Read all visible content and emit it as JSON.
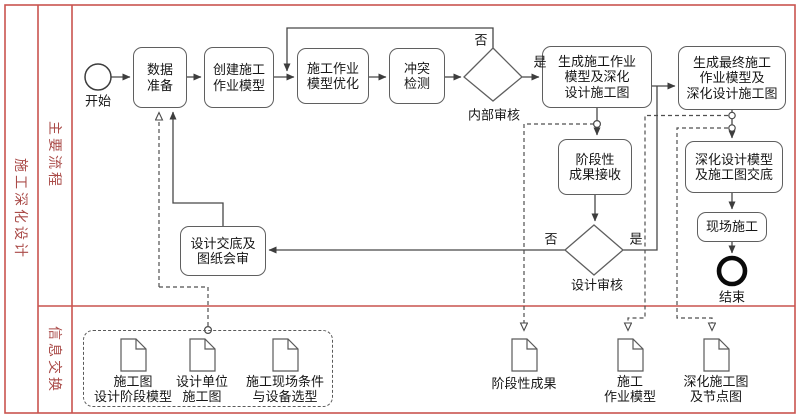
{
  "colors": {
    "frame_red": "#c9544f",
    "lane_label_red": "#aa4b48",
    "flow_line": "#474747",
    "box_border": "#5f5f5f"
  },
  "pool": {
    "label": "施工深化设计"
  },
  "lanes": {
    "main": {
      "label": "主要流程"
    },
    "info": {
      "label": "信息交换"
    }
  },
  "events": {
    "start": {
      "label": "开始"
    },
    "end": {
      "label": "结束"
    }
  },
  "tasks": {
    "data_prep": {
      "lines": [
        "数据",
        "准备"
      ]
    },
    "create_model": {
      "lines": [
        "创建施工",
        "作业模型"
      ]
    },
    "optimize_model": {
      "lines": [
        "施工作业",
        "模型优化"
      ]
    },
    "clash_detect": {
      "lines": [
        "冲突",
        "检测"
      ]
    },
    "gen_model": {
      "lines": [
        "生成施工作业",
        "模型及深化",
        "设计施工图"
      ]
    },
    "gen_final": {
      "lines": [
        "生成最终施工",
        "作业模型及",
        "深化设计施工图"
      ]
    },
    "stage_receive": {
      "lines": [
        "阶段性",
        "成果接收"
      ]
    },
    "model_handover": {
      "lines": [
        "深化设计模型",
        "及施工图交底"
      ]
    },
    "site_construction": {
      "lines": [
        "现场施工"
      ]
    },
    "design_disclosure": {
      "lines": [
        "设计交底及",
        "图纸会审"
      ]
    }
  },
  "gateways": {
    "internal_review": {
      "label": "内部审核",
      "no": "否",
      "yes": "是"
    },
    "design_review": {
      "label": "设计审核",
      "no": "否",
      "yes": "是"
    }
  },
  "documents": [
    {
      "lines": [
        "施工图",
        "设计阶段模型"
      ]
    },
    {
      "lines": [
        "设计单位",
        "施工图"
      ]
    },
    {
      "lines": [
        "施工现场条件",
        "与设备选型"
      ]
    },
    {
      "lines": [
        "阶段性成果"
      ]
    },
    {
      "lines": [
        "施工",
        "作业模型"
      ]
    },
    {
      "lines": [
        "深化施工图",
        "及节点图"
      ]
    }
  ]
}
